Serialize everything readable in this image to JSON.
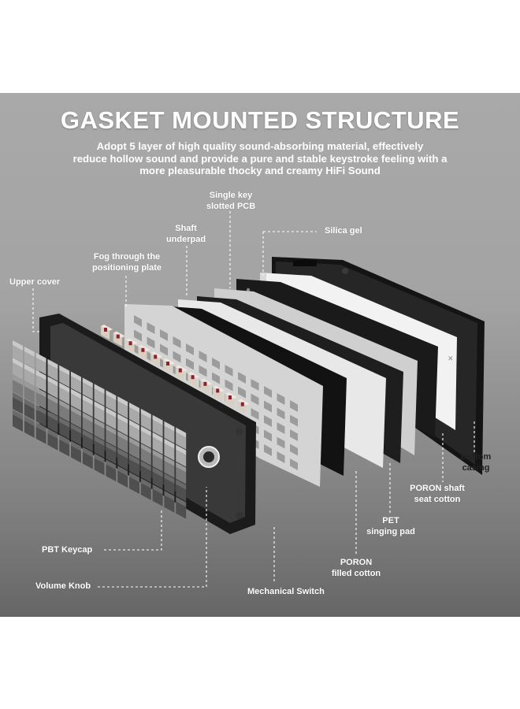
{
  "headline": "GASKET MOUNTED STRUCTURE",
  "subtitle": {
    "line1": "Adopt 5 layer of high quality sound-absorbing material, effectively",
    "line2": "reduce hollow sound and provide a pure and stable keystroke feeling with a",
    "line3": "more pleasurable thocky and creamy HiFi Sound"
  },
  "labels": {
    "single_key_pcb": [
      "Single key",
      "slotted PCB"
    ],
    "silica_gel": "Silica gel",
    "shaft_underpad": [
      "Shaft",
      "underpad"
    ],
    "fog_plate": [
      "Fog through the",
      "positioning plate"
    ],
    "upper_cover": "Upper cover",
    "bottom_casing": [
      "Bottom",
      "casing"
    ],
    "poron_shaft_seat": [
      "PORON shaft",
      "seat cotton"
    ],
    "pet_pad": [
      "PET",
      "singing pad"
    ],
    "poron_filled": [
      "PORON",
      "filled cotton"
    ],
    "pbt_keycap": "PBT Keycap",
    "volume_knob": "Volume Knob",
    "mechanical_switch": "Mechanical Switch"
  },
  "colors": {
    "background": "#a3a3a3",
    "text": "#ffffff",
    "text_dark": "#222222",
    "keycap_light": "#c9c9c9",
    "keycap_dark": "#6a6a6a",
    "switch_stem": "#8a1f3a"
  }
}
